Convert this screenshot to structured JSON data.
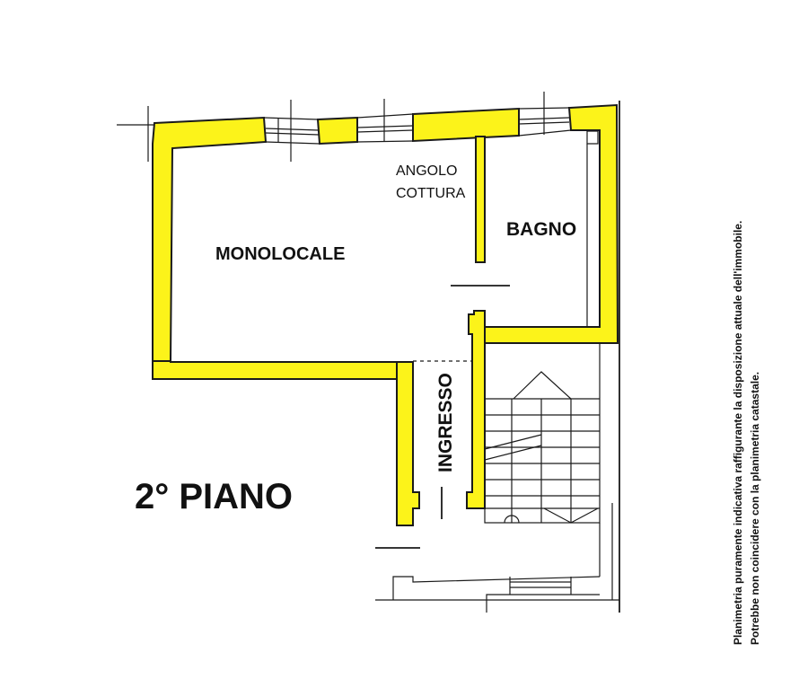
{
  "rooms": {
    "monolocale": "MONOLOCALE",
    "angolo_cottura_line1": "ANGOLO",
    "angolo_cottura_line2": "COTTURA",
    "bagno": "BAGNO",
    "ingresso": "INGRESSO"
  },
  "floor_label": "2° PIANO",
  "disclaimer": {
    "line1": "Planimetria puramente indicativa raffigurante la disposizione attuale dell'immobile.",
    "line2": "Potrebbe non coincidere con la planimetria catastale."
  },
  "colors": {
    "wall_fill": "#fcf31a",
    "line": "#1a1a1a",
    "background": "#ffffff"
  }
}
